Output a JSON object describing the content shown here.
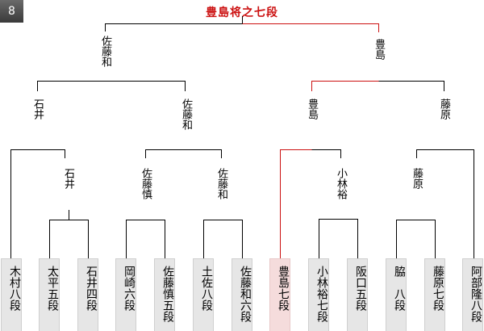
{
  "badge": {
    "label": "8"
  },
  "champion": {
    "label": "豊島将之七段",
    "color": "#cc1111"
  },
  "colors": {
    "line": "#000000",
    "win_line": "#cc1111",
    "box": "#e6e6e6",
    "win_box": "#f5dcdc"
  },
  "semifinal_winners": [
    {
      "name": "佐藤和"
    },
    {
      "name": "豊島"
    }
  ],
  "quarterfinal_winners": [
    {
      "name": "石井"
    },
    {
      "name": "佐藤和"
    },
    {
      "name": "豊島"
    },
    {
      "name": "藤原"
    }
  ],
  "round2_winners": [
    {
      "name": "石井"
    },
    {
      "name": "佐藤慎"
    },
    {
      "name": "佐藤和"
    },
    {
      "name": "小林裕"
    },
    {
      "name": "藤原"
    }
  ],
  "players": [
    {
      "name": "木村八段",
      "winner": false
    },
    {
      "name": "太平五段",
      "winner": false
    },
    {
      "name": "石井四段",
      "winner": false
    },
    {
      "name": "岡崎六段",
      "winner": false
    },
    {
      "name": "佐藤慎五段",
      "winner": false
    },
    {
      "name": "土佐八段",
      "winner": false
    },
    {
      "name": "佐藤和六段",
      "winner": false
    },
    {
      "name": "豊島七段",
      "winner": true
    },
    {
      "name": "小林裕七段",
      "winner": false
    },
    {
      "name": "阪口五段",
      "winner": false
    },
    {
      "name": "脇　八段",
      "winner": false
    },
    {
      "name": "藤原七段",
      "winner": false
    },
    {
      "name": "阿部隆八段",
      "winner": false
    }
  ]
}
